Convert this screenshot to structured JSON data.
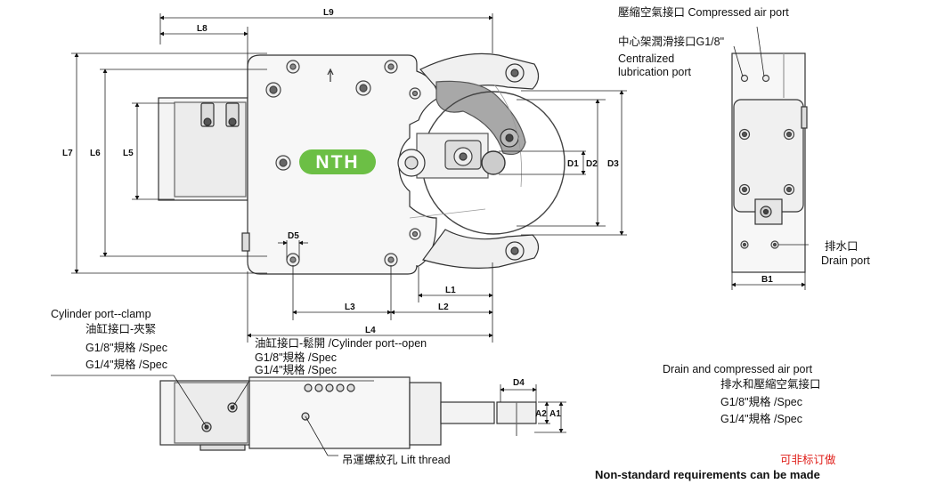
{
  "brand": {
    "logo_text": "NTH",
    "logo_color": "#6cbf45"
  },
  "dimensions": {
    "L9": "L9",
    "L8": "L8",
    "L7": "L7",
    "L6": "L6",
    "L5": "L5",
    "D5": "D5",
    "L3": "L3",
    "L2": "L2",
    "L1": "L1",
    "L4": "L4",
    "D1": "D1",
    "D2": "D2",
    "D3": "D3",
    "B1": "B1",
    "D4": "D4",
    "A1": "A1",
    "A2": "A2"
  },
  "labels": {
    "compressed_air_port": "壓縮空氣接口 Compressed air port",
    "central_lube_zh": "中心架潤滑接口G1/8\"",
    "central_lube_en_1": "Centralized",
    "central_lube_en_2": "lubrication port",
    "drain_zh": "排水口",
    "drain_en": "Drain port",
    "clamp_en": "Cylinder port--clamp",
    "clamp_zh": "油缸接口-夾緊",
    "clamp_spec_1": "G1/8\"規格 /Spec",
    "clamp_spec_2": "G1/4\"規格 /Spec",
    "open_line": "油缸接口-鬆開 /Cylinder port--open",
    "open_spec_1": "G1/8\"規格 /Spec",
    "open_spec_2": "G1/4\"規格 /Spec",
    "drain_air_en": "Drain and compressed air port",
    "drain_air_zh": "排水和壓縮空氣接口",
    "drain_air_spec_1": "G1/8\"規格  /Spec",
    "drain_air_spec_2": "G1/4\"規格  /Spec",
    "lift_thread": "吊運螺紋孔 Lift thread",
    "nonstandard_zh": "可非标订做",
    "nonstandard_en": "Non-standard requirements can be made"
  }
}
